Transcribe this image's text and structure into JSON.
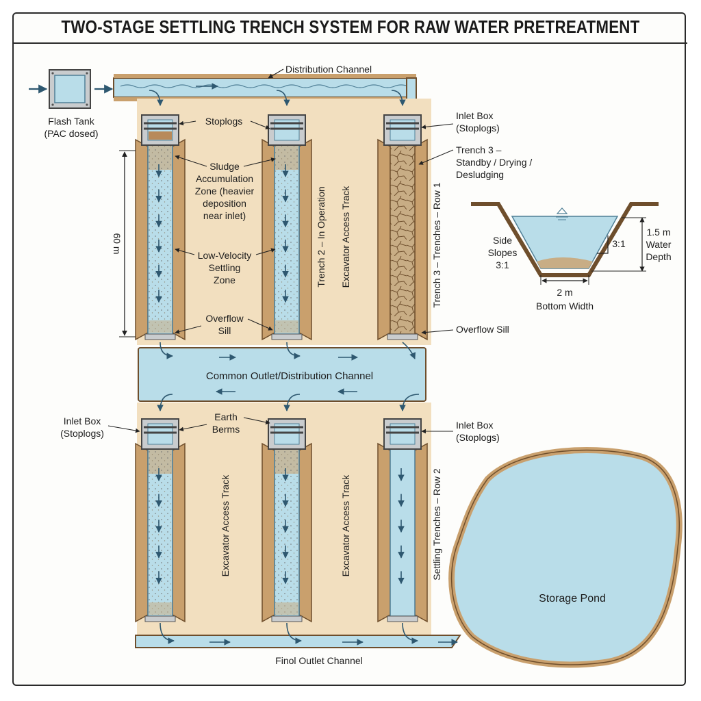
{
  "title": "TWO-STAGE SETTLING TRENCH SYSTEM FOR RAW WATER PRETREATMENT",
  "colors": {
    "water": "#b9dde9",
    "water_stroke": "#4f7f96",
    "earth": "#f2dfbf",
    "berm": "#c9a06d",
    "berm_stroke": "#6e4e2c",
    "sludge": "#c8ad85",
    "concrete": "#c9ccce",
    "arrow": "#2e5870",
    "leader": "#222222"
  },
  "labels": {
    "flash_tank": [
      "Flash Tank",
      "(PAC dosed)"
    ],
    "distribution_channel": "Distribution Channel",
    "stoplogs": "Stoplogs",
    "inlet_box_stoplogs_top": [
      "Inlet Box",
      "(Stoplogs)"
    ],
    "trench3_standby": [
      "Trench 3 –",
      "Standby / Drying /",
      "Desludging"
    ],
    "sludge_zone": [
      "Sludge",
      "Accumulation",
      "Zone (heavier",
      "deposition",
      "near inlet)"
    ],
    "low_velocity": [
      "Low-Velocity",
      "Settling",
      "Zone"
    ],
    "overflow_sill_left": [
      "Overflow",
      "Sill"
    ],
    "overflow_sill_right": "Overflow Sill",
    "dim_60m": "60 m",
    "trench2_operation": "Trench 2 – In Operation",
    "excavator_track_upper": "Excavator Access Track",
    "row1_label": "Trench 3 – Trenches – Row 1",
    "common_outlet": "Common Outlet/Distribution Channel",
    "inlet_box_left": [
      "Inlet Box",
      "(Stoplogs)"
    ],
    "earth_berms": [
      "Earth",
      "Berms"
    ],
    "inlet_box_right": [
      "Inlet Box",
      "(Stoplogs)"
    ],
    "excavator_track_lower_1": "Excavator Access Track",
    "excavator_track_lower_2": "Excavator Access Track",
    "row2_label": "Settling Trenches – Row 2",
    "storage_pond": "Storage Pond",
    "final_outlet": "Finol Outlet Channel",
    "side_slopes": [
      "Side",
      "Slopes",
      "3:1"
    ],
    "slope_ratio": "3:1",
    "water_depth": [
      "1.5 m",
      "Water",
      "Depth"
    ],
    "bottom_width": [
      "2 m",
      "Bottom Width"
    ]
  }
}
